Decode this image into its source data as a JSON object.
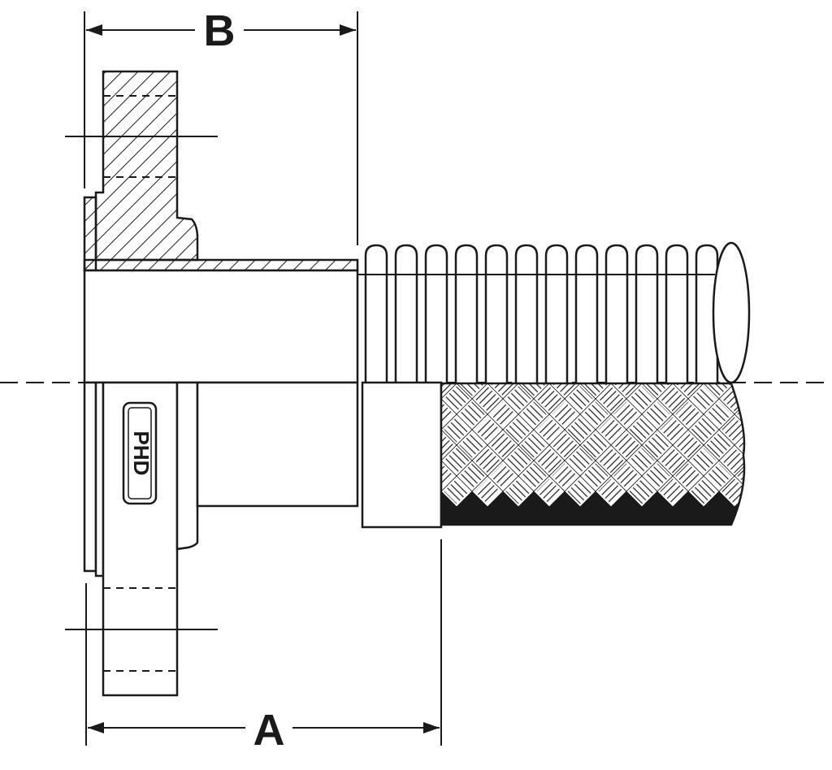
{
  "diagram": {
    "dimension_labels": {
      "a": "A",
      "b": "B"
    },
    "logo_text": "PHD",
    "colors": {
      "ink": "#1a1a1a",
      "paper": "#ffffff"
    }
  }
}
